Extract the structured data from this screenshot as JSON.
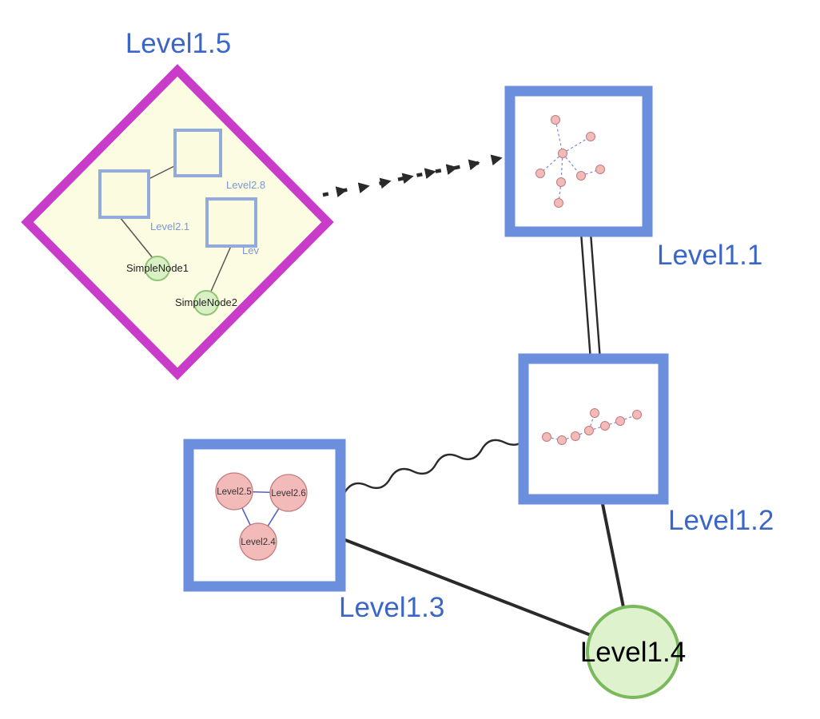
{
  "graph": {
    "colors": {
      "label_blue": "#3a66c8",
      "node_border_blue": "#6b8fdd",
      "diamond_border_magenta": "#c93bc9",
      "diamond_fill": "#fcfce2",
      "inner_square_fill": "#fbfbdf",
      "inner_square_border": "#92abda",
      "simple_node_fill": "#d9efc4",
      "simple_node_border": "#8fc573",
      "level1_4_fill": "#def2ce",
      "level1_4_border": "#7ab95c",
      "pink_node_fill": "#f3baba",
      "pink_node_border": "#c47a7a",
      "edge_black": "#2a2a2a",
      "inner_edge_blue": "#5560c8",
      "level1_4_label_black": "#000000"
    },
    "nodes": {
      "level1_5": {
        "label": "Level1.5",
        "shape": "diamond",
        "children": {
          "group_squares": [
            {
              "label": "Level2.8"
            },
            {
              "label": "Level2.1"
            },
            {
              "label": "Lev"
            }
          ],
          "simple_nodes": [
            {
              "label": "SimpleNode1"
            },
            {
              "label": "SimpleNode2"
            }
          ]
        }
      },
      "level1_1": {
        "label": "Level1.1",
        "shape": "square"
      },
      "level1_2": {
        "label": "Level1.2",
        "shape": "square"
      },
      "level1_3": {
        "label": "Level1.3",
        "shape": "square",
        "children": [
          {
            "label": "Level2.5"
          },
          {
            "label": "Level2.6"
          },
          {
            "label": "Level2.4"
          }
        ]
      },
      "level1_4": {
        "label": "Level1.4",
        "shape": "circle"
      }
    },
    "edges": [
      {
        "from": "Level1.5",
        "to": "Level1.1",
        "style": "dashed-arrows"
      },
      {
        "from": "Level1.1",
        "to": "Level1.2",
        "style": "double-line"
      },
      {
        "from": "Level1.3",
        "to": "Level1.2",
        "style": "wavy"
      },
      {
        "from": "Level1.3",
        "to": "Level1.4",
        "style": "solid"
      },
      {
        "from": "Level1.2",
        "to": "Level1.4",
        "style": "solid"
      }
    ]
  }
}
